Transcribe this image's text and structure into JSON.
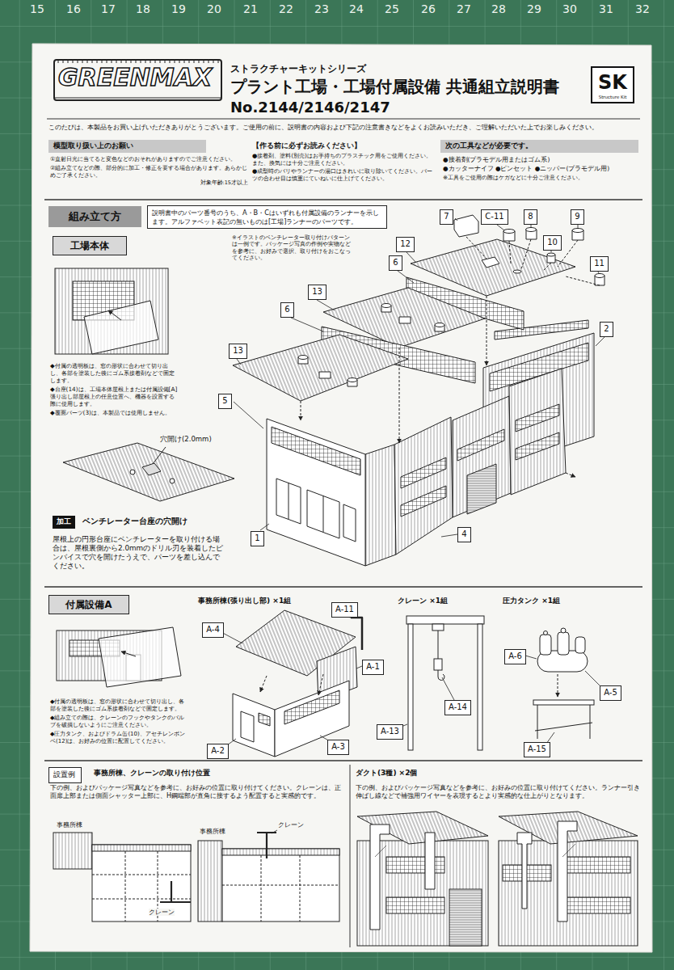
{
  "diagram": {
    "title": "プラント工場・工場付属設備 共通組立説明書",
    "nodes": [
      {
        "text": [
          "SK",
          "Structure Kit"
        ]
      },
      {
        "text": [
          "模型取り扱い上のお願い"
        ]
      },
      {
        "text": [
          "次の工具などが必要です。"
        ]
      },
      {
        "text": [
          "組み立て方"
        ]
      },
      {
        "text": [
          "説明書中のパーツ番号のうち、A・B・Cはいずれも付属設備のランナーを示します。アルファベット表記の無いものは[工場]ランナーのパーツです。"
        ]
      },
      {
        "text": [
          "工場本体"
        ]
      },
      {
        "text": [
          "7"
        ]
      },
      {
        "text": [
          "C-11"
        ]
      },
      {
        "text": [
          "8"
        ]
      },
      {
        "text": [
          "9"
        ]
      },
      {
        "text": [
          "12"
        ]
      },
      {
        "text": [
          "10"
        ]
      },
      {
        "text": [
          "11"
        ]
      },
      {
        "text": [
          "6"
        ]
      },
      {
        "text": [
          "13"
        ]
      },
      {
        "text": [
          "2"
        ]
      },
      {
        "text": [
          "6"
        ]
      },
      {
        "text": [
          "13"
        ]
      },
      {
        "text": [
          "5"
        ]
      },
      {
        "text": [
          "1"
        ]
      },
      {
        "text": [
          "4"
        ]
      },
      {
        "text": [
          "加工"
        ]
      },
      {
        "text": [
          "付属設備A"
        ]
      },
      {
        "text": [
          "A-11"
        ]
      },
      {
        "text": [
          "A-4"
        ]
      },
      {
        "text": [
          "A-1"
        ]
      },
      {
        "text": [
          "A-2"
        ]
      },
      {
        "text": [
          "A-3"
        ]
      },
      {
        "text": [
          "A-14"
        ]
      },
      {
        "text": [
          "A-13"
        ]
      },
      {
        "text": [
          "A-6"
        ]
      },
      {
        "text": [
          "A-5"
        ]
      },
      {
        "text": [
          "A-15"
        ]
      },
      {
        "text": [
          "設置例"
        ]
      }
    ],
    "labels": [
      "15",
      "16",
      "17",
      "18",
      "19",
      "20",
      "21",
      "22",
      "23",
      "24",
      "25",
      "26",
      "27",
      "28",
      "29",
      "30",
      "31",
      "32",
      "GREENMAX",
      "ストラクチャーキットシリーズ",
      "No.2144/2146/2147",
      "このたびは、本製品をお買い上げいただきありがとうございます。ご使用の前に、説明書の内容および下記の注意書きなどをよくお読みいただき、ご理解いただいた上でお楽しみください。",
      "①直射日光に当てると変色などのおそれがありますのでご注意ください。",
      "②組み立てなどの際、部分的に加工・修正を要する場合があります。あらかじめご了承ください。",
      "対象年齢:15才以上",
      "【作る前に必ずお読みください】",
      "●接着剤、塗料(別売)はお手持ちのプラスチック用をご使用ください。また、換気には十分ご注意ください。",
      "●成型時のバリやランナーの湯口はきれいに取り除いてください。パーツの合わせ目は慎重にていねいに仕上げてください。",
      "●接着剤(プラモデル用またはゴム系)",
      "●カッターナイフ ●ピンセット ●ニッパー(プラモデル用)",
      "※工具をご使用の際はケガなどに十分ご注意ください。",
      "※イラストのベンチレーター取り付けパターンは一例です。パッケージ写真の作例や実物などを参考に、お好みで選択、取り付けをおこなってください。",
      "◆付属の透明板は、窓の形状に合わせて切り出し、各部を塗装した後にゴム系接着剤などで固定します。",
      "◆台座(14)は、工場本体屋根上または付属設備[A]張り出し部屋根上の任意位置へ、機器を設置する際に使用します。",
      "◆覆面パーツ(3)は、本製品では使用しません。",
      "穴開け(2.0mm)",
      "ベンチレーター台座の穴開け",
      "屋根上の円形台座にベンチレーターを取り付ける場合は、屋根裏側から2.0mmのドリル刃を装着したピンバイスで穴を開けたうえで、パーツを差し込んでください。",
      "◆付属の透明板は、窓の形状に合わせて切り出し、各部を塗装した後にゴム系接着剤などで固定します。",
      "◆組み立ての際は、クレーンのフックやタンクのバルブを破損しないようにご注意ください。",
      "◆圧力タンク、およびドラム缶(10)、アセチレンボンベ(12)は、お好みの位置に配置してください。",
      "事務所棟(張り出し部) ×1組",
      "クレーン ×1組",
      "圧力タンク ×1組",
      "事務所棟、クレーンの取り付け位置",
      "下の例、およびパッケージ写真などを参考に、お好みの位置に取り付けてください。クレーンは、正面扉上部または側面シャッター上部に、H鋼端部が直角に接するよう配置すると実感的です。",
      "事務所棟",
      "クレーン",
      "事務所棟",
      "クレーン",
      "ダクト(3種) ×2個",
      "下の例、およびパッケージ写真などを参考に、お好みの位置に取り付けてください。ランナー引き伸ばし線などで補強用ワイヤーを表現するとより実感的な仕上がりとなります。"
    ]
  }
}
